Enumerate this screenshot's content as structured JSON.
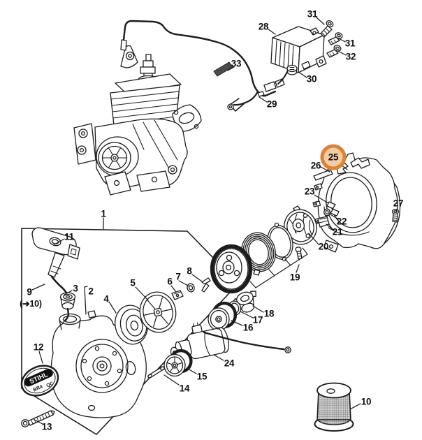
{
  "diagram": {
    "type": "exploded-parts-illustration",
    "badge": {
      "brand": "STIHL",
      "model_line1": "BR4",
      "model_line2": "QC"
    },
    "highlight": {
      "label": "25",
      "ring_color": "#de8133",
      "fill_color": "#f5cba1"
    },
    "line_color": "#1c1c1c",
    "callouts": [
      "1",
      "2",
      "3",
      "4",
      "5",
      "6",
      "7",
      "8",
      "9",
      "(➔10)",
      "10",
      "11",
      "12",
      "13",
      "14",
      "15",
      "16",
      "17",
      "18",
      "19",
      "20",
      "21",
      "22",
      "23",
      "24",
      "25",
      "26",
      "27",
      "28",
      "29",
      "30",
      "31",
      "31",
      "32",
      "33"
    ]
  }
}
